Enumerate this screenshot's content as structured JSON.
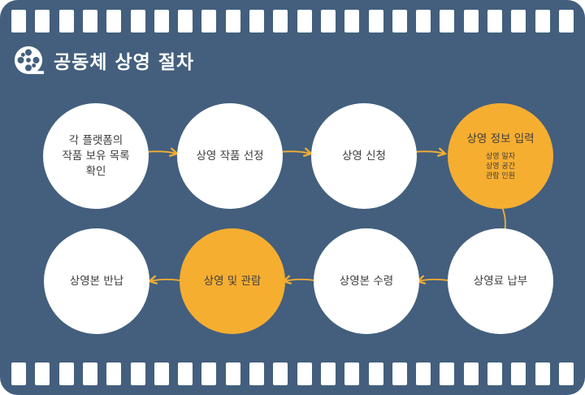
{
  "title": "공동체 상영 절차",
  "colors": {
    "background": "#435f7d",
    "highlight": "#f6ae31",
    "circle": "#ffffff",
    "arrow": "#f6ae31"
  },
  "icon": "film-reel-icon",
  "steps": [
    {
      "label": "각 플랫폼의\n작품 보유 목록\n확인",
      "sub": "",
      "highlight": false
    },
    {
      "label": "상영 작품 선정",
      "sub": "",
      "highlight": false
    },
    {
      "label": "상영 신청",
      "sub": "",
      "highlight": false
    },
    {
      "label": "상영 정보 입력",
      "sub": "상영 일자\n상영 공간\n관람 인원",
      "highlight": true
    },
    {
      "label": "상영료 납부",
      "sub": "",
      "highlight": false
    },
    {
      "label": "상영본 수령",
      "sub": "",
      "highlight": false
    },
    {
      "label": "상영 및 관람",
      "sub": "",
      "highlight": true
    },
    {
      "label": "상영본 반납",
      "sub": "",
      "highlight": false
    }
  ]
}
